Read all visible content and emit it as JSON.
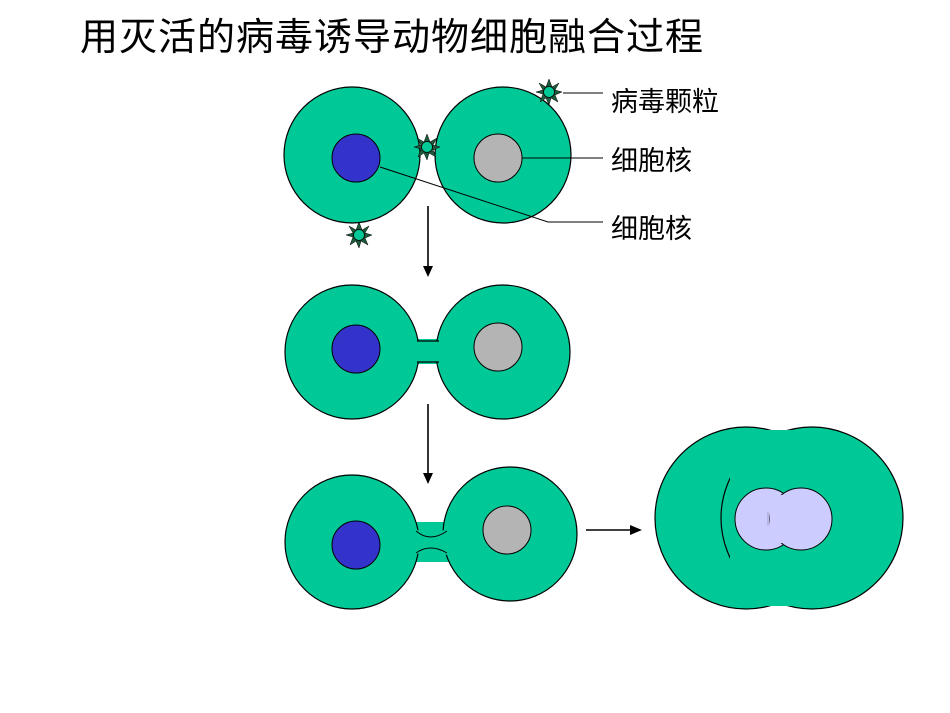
{
  "title": "用灭活的病毒诱导动物细胞融合过程",
  "labels": {
    "virus_particle": "病毒颗粒",
    "nucleus_a": "细胞核",
    "nucleus_b": "细胞核"
  },
  "colors": {
    "cytoplasm": "#00c896",
    "nucleus_blue": "#3333cc",
    "nucleus_gray": "#b4b4b4",
    "fused_nucleus": "#ccccff",
    "outline": "#000000"
  }
}
